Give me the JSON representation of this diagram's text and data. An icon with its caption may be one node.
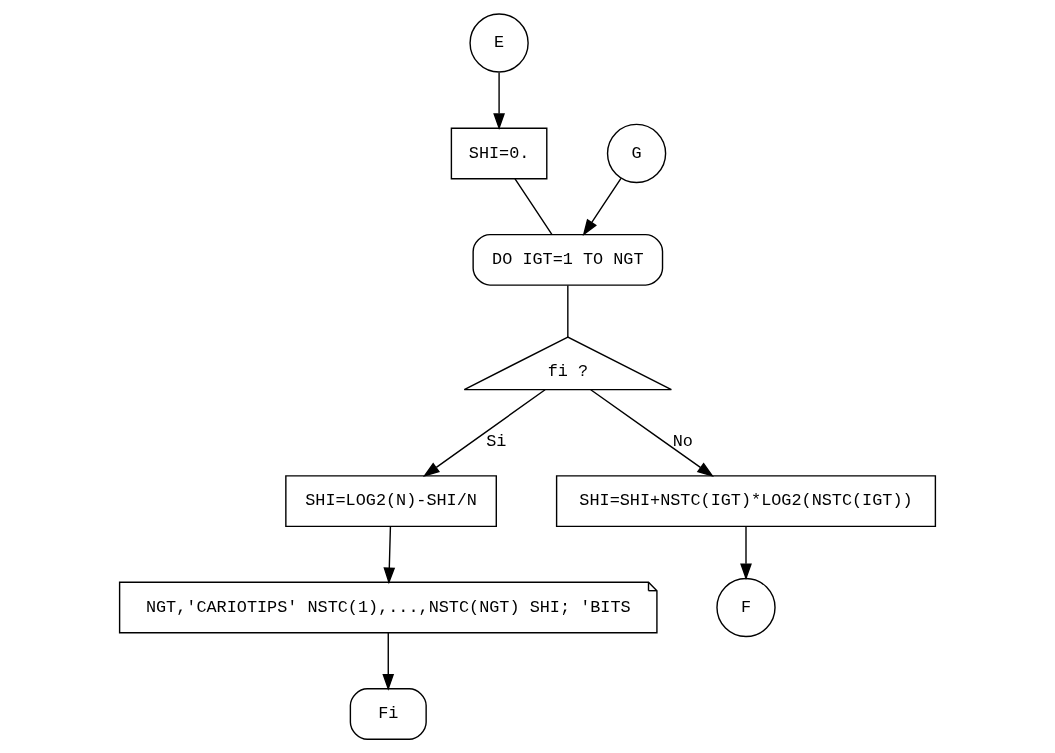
{
  "diagram": {
    "nodes": [
      {
        "text": [
          "E"
        ]
      },
      {
        "text": [
          "SHI=0."
        ]
      },
      {
        "text": [
          "DO IGT=1 TO NGT"
        ]
      },
      {
        "text": [
          "fi ?"
        ]
      },
      {
        "text": [
          "SHI=LOG2(N)-SHI/N"
        ]
      },
      {
        "text": [
          "NGT,'CARIOTIPS' NSTC(1),...,NSTC(NGT) SHI; 'BITS"
        ]
      },
      {
        "text": [
          "Fi"
        ]
      },
      {
        "text": [
          "G"
        ]
      },
      {
        "text": [
          "SHI=SHI+NSTC(IGT)*LOG2(NSTC(IGT))"
        ]
      },
      {
        "text": [
          "F"
        ]
      }
    ],
    "edges": [
      {
        "from": 0,
        "to": 1,
        "arrow": "to"
      },
      {
        "from": 1,
        "to": 2,
        "arrow": "none"
      },
      {
        "from": 2,
        "to": 3,
        "arrow": "none"
      },
      {
        "from": 3,
        "to": 4,
        "arrow": "to",
        "label": "Si"
      },
      {
        "from": 4,
        "to": 5,
        "arrow": "to"
      },
      {
        "from": 5,
        "to": 6,
        "arrow": "to"
      },
      {
        "from": 7,
        "to": 2,
        "arrow": "to"
      },
      {
        "from": 3,
        "to": 8,
        "arrow": "to",
        "label": "No"
      },
      {
        "from": 8,
        "to": 9,
        "arrow": "to"
      }
    ]
  }
}
